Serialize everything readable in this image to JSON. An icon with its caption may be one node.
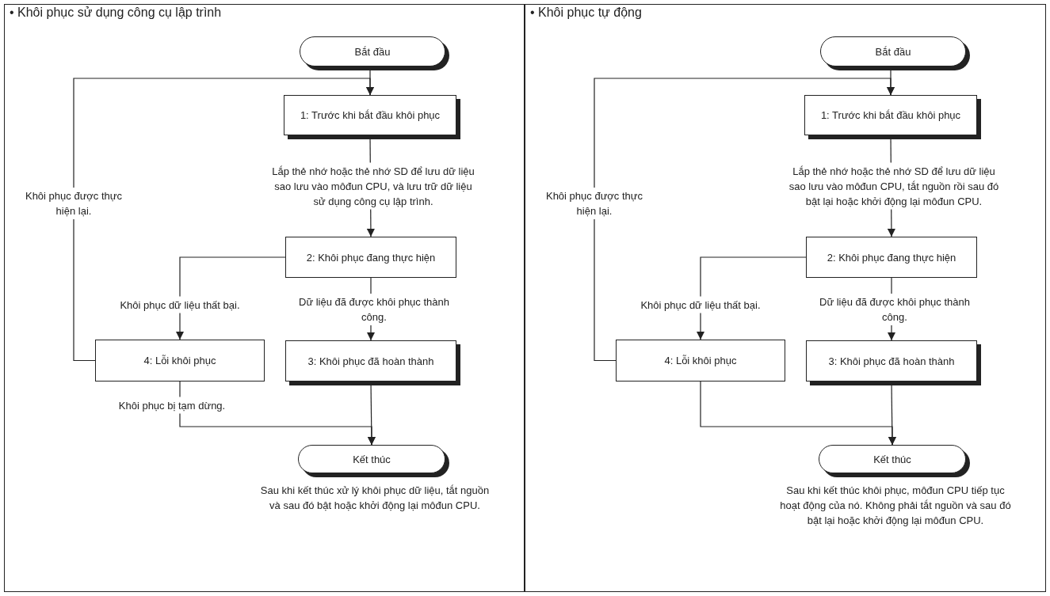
{
  "diagram": {
    "nodes": [
      {
        "text": [
          "• Khôi phục sử dụng công cụ lập trình"
        ]
      },
      {
        "text": [
          "Bắt đầu"
        ],
        "in": 0
      },
      {
        "text": [
          "1: Trước khi bắt đầu khôi phục"
        ],
        "in": 0
      },
      {
        "text": [
          "2: Khôi phục đang thực hiện"
        ],
        "in": 0
      },
      {
        "text": [
          "4: Lỗi khôi phục"
        ],
        "in": 0
      },
      {
        "text": [
          "3: Khôi phục đã hoàn thành"
        ],
        "in": 0
      },
      {
        "text": [
          "Kết thúc"
        ],
        "in": 0,
        "beside": [
          "Sau khi kết thúc xử lý khôi phục dữ liệu, tắt nguồn và sau đó bật hoặc khởi động lại môđun CPU."
        ]
      },
      {
        "text": [
          "• Khôi phục tự động"
        ]
      },
      {
        "text": [
          "Bắt đầu"
        ],
        "in": 7
      },
      {
        "text": [
          "1: Trước khi bắt đầu khôi phục"
        ],
        "in": 7
      },
      {
        "text": [
          "2: Khôi phục đang thực hiện"
        ],
        "in": 7
      },
      {
        "text": [
          "4: Lỗi khôi phục"
        ],
        "in": 7
      },
      {
        "text": [
          "3: Khôi phục đã hoàn thành"
        ],
        "in": 7
      },
      {
        "text": [
          "Kết thúc"
        ],
        "in": 7,
        "beside": [
          "Sau khi kết thúc khôi phục, môđun CPU tiếp tục hoạt động của nó. Không phải tắt nguồn và sau đó bật lại hoặc khởi động lại môđun CPU."
        ]
      }
    ],
    "edges": [
      {
        "from": 1,
        "to": 2,
        "arrow": "to"
      },
      {
        "from": 4,
        "to": 2,
        "arrow": "to",
        "label": "Khôi phục được thực hiện lại."
      },
      {
        "from": 2,
        "to": 3,
        "arrow": "to",
        "label": "Lắp thẻ nhớ hoặc thẻ nhớ SD để lưu dữ liệu sao lưu vào môđun CPU, và lưu trữ dữ liệu sử dụng công cụ lập trình."
      },
      {
        "from": 3,
        "to": 4,
        "arrow": "to",
        "label": "Khôi phục dữ liệu thất bại."
      },
      {
        "from": 3,
        "to": 5,
        "arrow": "to",
        "label": "Dữ liệu đã được khôi phục thành công."
      },
      {
        "from": 4,
        "to": 6,
        "arrow": "to",
        "label": "Khôi phục bị tạm dừng."
      },
      {
        "from": 5,
        "to": 6,
        "arrow": "to"
      },
      {
        "from": 8,
        "to": 9,
        "arrow": "to"
      },
      {
        "from": 11,
        "to": 9,
        "arrow": "to",
        "label": "Khôi phục được thực hiện lại."
      },
      {
        "from": 9,
        "to": 10,
        "arrow": "to",
        "label": "Lắp thẻ nhớ hoặc thẻ nhớ SD để lưu dữ liệu sao lưu vào môđun CPU, tắt nguồn rồi sau đó bật lại hoặc khởi động lại môđun CPU."
      },
      {
        "from": 10,
        "to": 11,
        "arrow": "to",
        "label": "Khôi phục dữ liệu thất bại."
      },
      {
        "from": 10,
        "to": 12,
        "arrow": "to",
        "label": "Dữ liệu đã được khôi phục thành công."
      },
      {
        "from": 11,
        "to": 13,
        "arrow": "to"
      },
      {
        "from": 12,
        "to": 13,
        "arrow": "to"
      }
    ]
  }
}
